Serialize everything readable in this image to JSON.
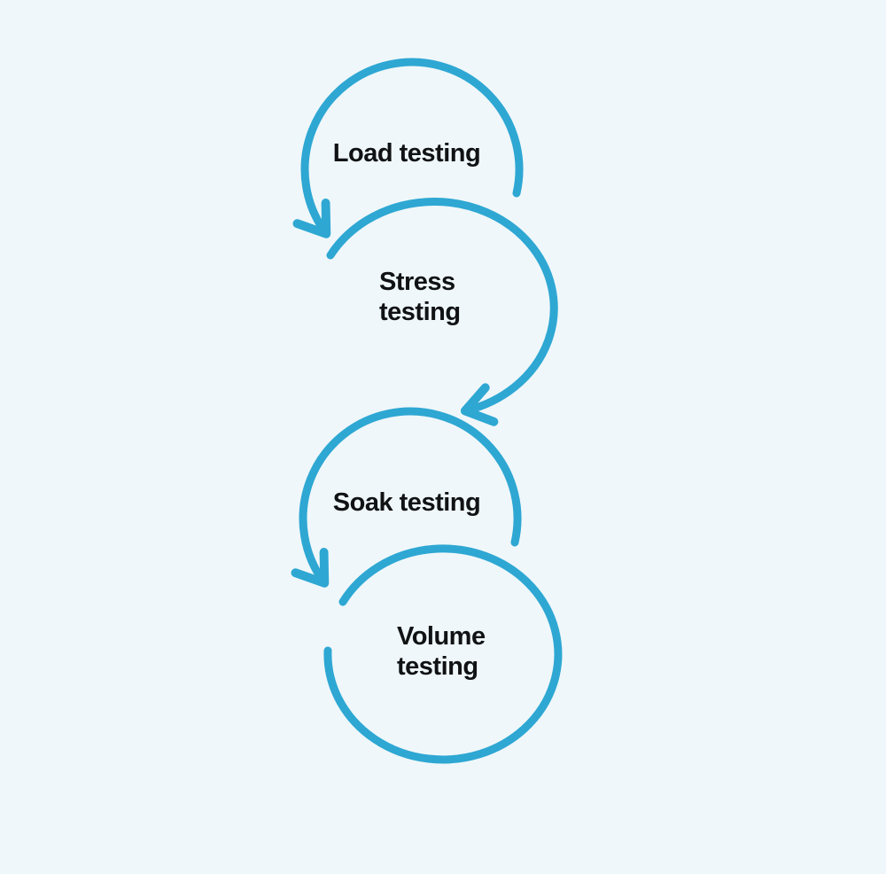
{
  "style": {
    "background": "#EFF7FA",
    "arrow_color": "#2EA7D3",
    "text_color": "#101214"
  },
  "diagram": {
    "kind": "looping-arrow-flow",
    "steps": [
      {
        "name": "load-testing",
        "full_label": "Load testing",
        "line1": "Load testing"
      },
      {
        "name": "stress-testing",
        "full_label": "Stress testing",
        "line1": "Stress",
        "line2": "testing"
      },
      {
        "name": "soak-testing",
        "full_label": "Soak testing",
        "line1": "Soak testing"
      },
      {
        "name": "volume-testing",
        "full_label": "Volume testing",
        "line1": "Volume",
        "line2": "testing"
      }
    ]
  }
}
